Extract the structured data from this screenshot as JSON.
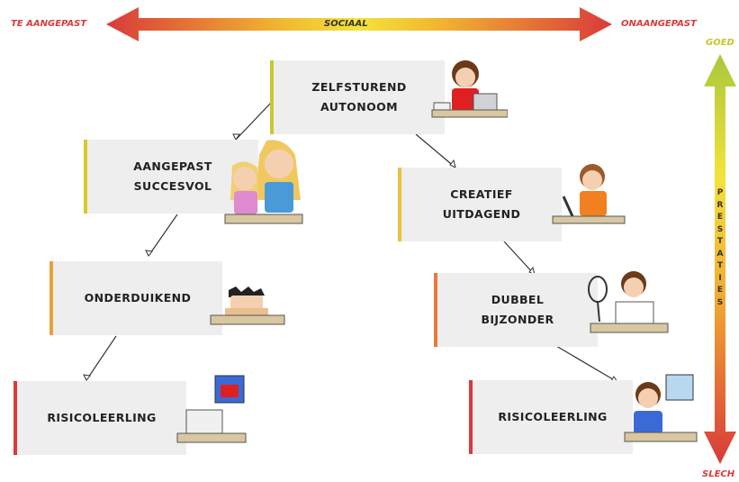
{
  "axes": {
    "horizontal": {
      "left_label": "TE AANGEPAST",
      "center_label": "SOCIAAL",
      "right_label": "ONAANGEPAST"
    },
    "vertical": {
      "top_label": "GOED",
      "center_label": "PRESTATIES",
      "bottom_label": "SLECH"
    }
  },
  "boxes": {
    "zelfsturend": {
      "line1": "ZELFSTUREND",
      "line2": "AUTONOOM",
      "accent": "#c9c92c",
      "icon": "girl-at-laptop-icon"
    },
    "aangepast": {
      "line1": "AANGEPAST",
      "line2": "SUCCESVOL",
      "accent": "#d6c92c",
      "icon": "two-girls-reading-icon"
    },
    "creatief": {
      "line1": "CREATIEF",
      "line2": "UITDAGEND",
      "accent": "#e8c23a",
      "icon": "boy-drawing-icon"
    },
    "onderduikend": {
      "line1": "ONDERDUIKEND",
      "line2": "",
      "accent": "#e8a23a",
      "icon": "hiding-student-icon"
    },
    "dubbel": {
      "line1": "DUBBEL",
      "line2": "BIJZONDER",
      "accent": "#e87a3a",
      "icon": "boy-with-racket-icon"
    },
    "risico_left": {
      "line1": "RISICOLEERLING",
      "line2": "",
      "accent": "#d93a3a",
      "icon": "empty-desk-computer-icon"
    },
    "risico_right": {
      "line1": "RISICOLEERLING",
      "line2": "",
      "accent": "#d93a3a",
      "icon": "sad-boy-computer-icon"
    }
  },
  "colors": {
    "red": "#d93a3a",
    "yellow": "#e6e02a",
    "green": "#a8c83c",
    "box_bg": "#eeeeee"
  }
}
